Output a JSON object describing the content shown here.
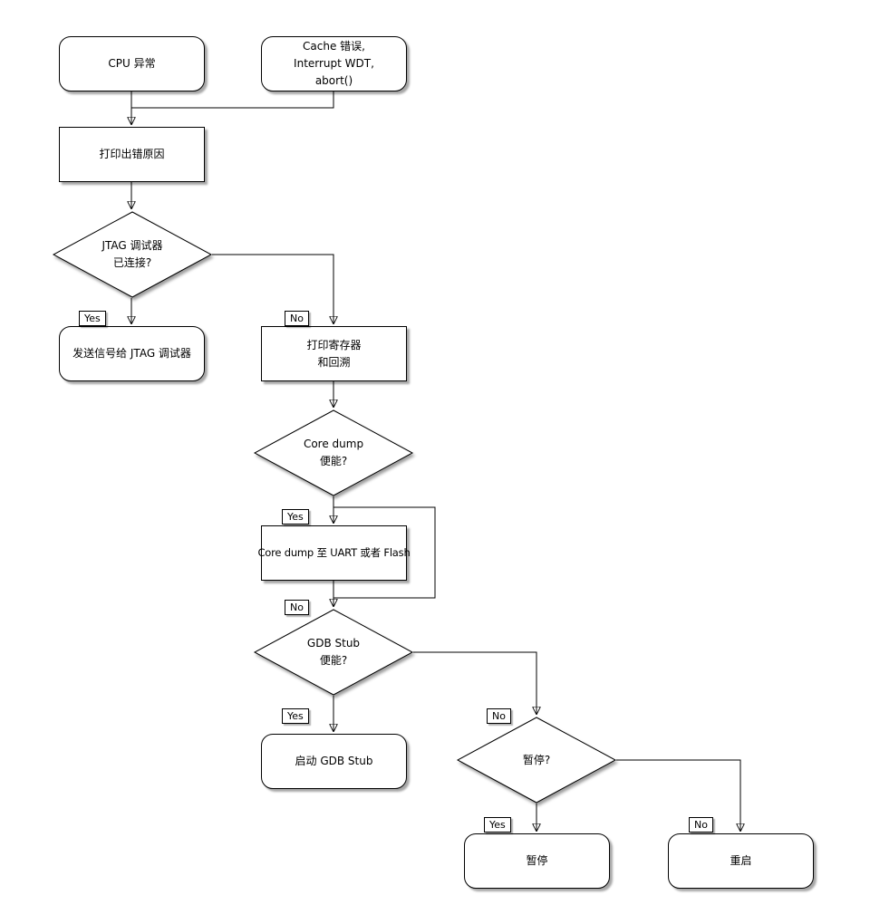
{
  "flowchart": {
    "colors": {
      "stroke": "#000000",
      "fill": "#ffffff",
      "background": "#ffffff",
      "shadow": "#999999"
    },
    "nodes": {
      "cpu_exception": {
        "label": "CPU 异常"
      },
      "cache_error": {
        "line1": "Cache 错误,",
        "line2": "Interrupt WDT,",
        "line3": "abort()"
      },
      "print_error_reason": {
        "label": "打印出错原因"
      },
      "jtag_connected": {
        "line1": "JTAG 调试器",
        "line2": "已连接?"
      },
      "send_signal_jtag": {
        "label": "发送信号给 JTAG 调试器"
      },
      "print_registers": {
        "line1": "打印寄存器",
        "line2": "和回溯"
      },
      "coredump_enabled": {
        "line1": "Core dump",
        "line2": "便能?"
      },
      "coredump_to_uart_flash": {
        "label": "Core dump 至 UART 或者 Flash"
      },
      "gdb_stub_enabled": {
        "line1": "GDB Stub",
        "line2": "便能?"
      },
      "start_gdb_stub": {
        "label": "启动 GDB Stub"
      },
      "halt_question": {
        "label": "暂停?"
      },
      "halt": {
        "label": "暂停"
      },
      "reboot": {
        "label": "重启"
      }
    },
    "branch_labels": {
      "jtag_yes": "Yes",
      "jtag_no": "No",
      "coredump_yes": "Yes",
      "coredump_no": "No",
      "gdb_yes": "Yes",
      "gdb_no": "No",
      "halt_yes": "Yes",
      "halt_no": "No"
    }
  }
}
